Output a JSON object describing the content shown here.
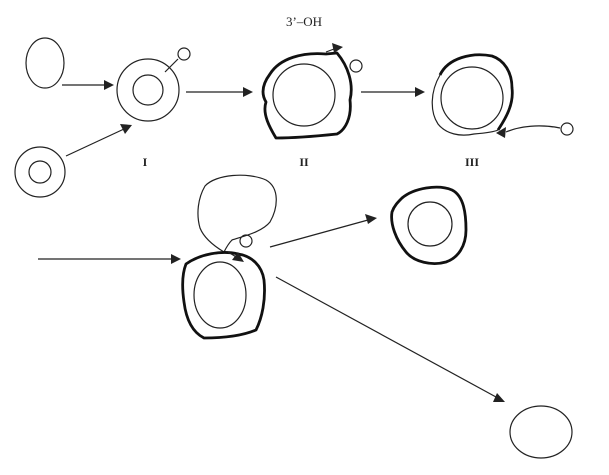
{
  "labels": {
    "top_label": "3’–OH",
    "stage_1": "I",
    "stage_2": "II",
    "stage_3": "III"
  },
  "colors": {
    "stroke": "#222222",
    "background": "#ffffff"
  }
}
